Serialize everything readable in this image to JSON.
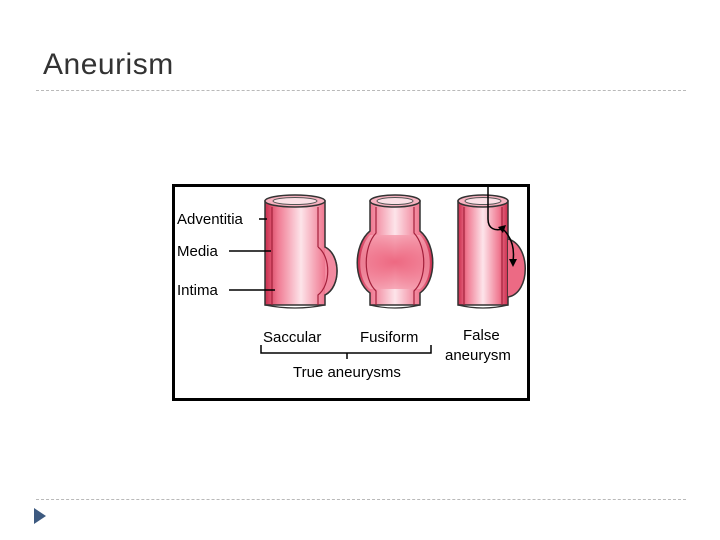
{
  "slide": {
    "title": "Aneurism"
  },
  "figure": {
    "layers": {
      "adventitia": "Adventitia",
      "media": "Media",
      "intima": "Intima"
    },
    "types": {
      "saccular": "Saccular",
      "fusiform": "Fusiform",
      "false_line1": "False",
      "false_line2": "aneurysm"
    },
    "group_label": "True aneurysms"
  },
  "colors": {
    "vessel_wall": "#d8415e",
    "vessel_light": "#fde4ea",
    "vessel_mid": "#f07a92",
    "nav_arrow": "#3d5a80"
  }
}
